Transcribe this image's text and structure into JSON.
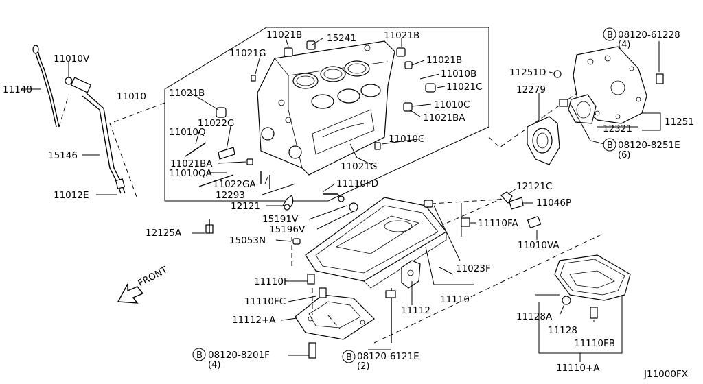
{
  "diagram": {
    "code": "J11000FX",
    "front_label": "FRONT",
    "bolt_prefix": "B",
    "labels": {
      "l11140": "11140",
      "l11010V": "11010V",
      "l15146": "15146",
      "l11012E": "11012E",
      "l11010": "11010",
      "l11021B_a": "11021B",
      "l15241": "15241",
      "l11021B_b": "11021B",
      "l11021G_a": "11021G",
      "l11021B_c": "11021B",
      "l11010B": "11010B",
      "l11021C": "11021C",
      "l11021B_d": "11021B",
      "l11010C_a": "11010C",
      "l11021BA_a": "11021BA",
      "l11022G": "11022G",
      "l11010Q": "11010Q",
      "l11010C_b": "11010C",
      "l11021BA_b": "11021BA",
      "l11010QA": "11010QA",
      "l11021G_b": "11021G",
      "l11022GA": "11022GA",
      "l12293": "12293",
      "l11110FD": "11110FD",
      "l12121": "12121",
      "l15191V": "15191V",
      "l15196V": "15196V",
      "l12125A": "12125A",
      "l15053N": "15053N",
      "l12121C": "12121C",
      "l11046P": "11046P",
      "l11110FA": "11110FA",
      "l11010VA": "11010VA",
      "l11023F": "11023F",
      "l11110F": "11110F",
      "l11110FC": "11110FC",
      "l11112A": "11112+A",
      "l11112": "11112",
      "l11110": "11110",
      "l08120_8201F": "08120-8201F",
      "l08120_8201F_qty": "(4)",
      "l08120_6121E": "08120-6121E",
      "l08120_6121E_qty": "(2)",
      "l11128A": "11128A",
      "l11128": "11128",
      "l11110FB": "11110FB",
      "l11110A": "11110+A",
      "l08120_61228": "08120-61228",
      "l08120_61228_qty": "(4)",
      "l11251D": "11251D",
      "l12279": "12279",
      "l12321": "12321",
      "l11251": "11251",
      "l08120_8251E": "08120-8251E",
      "l08120_8251E_qty": "(6)"
    }
  }
}
